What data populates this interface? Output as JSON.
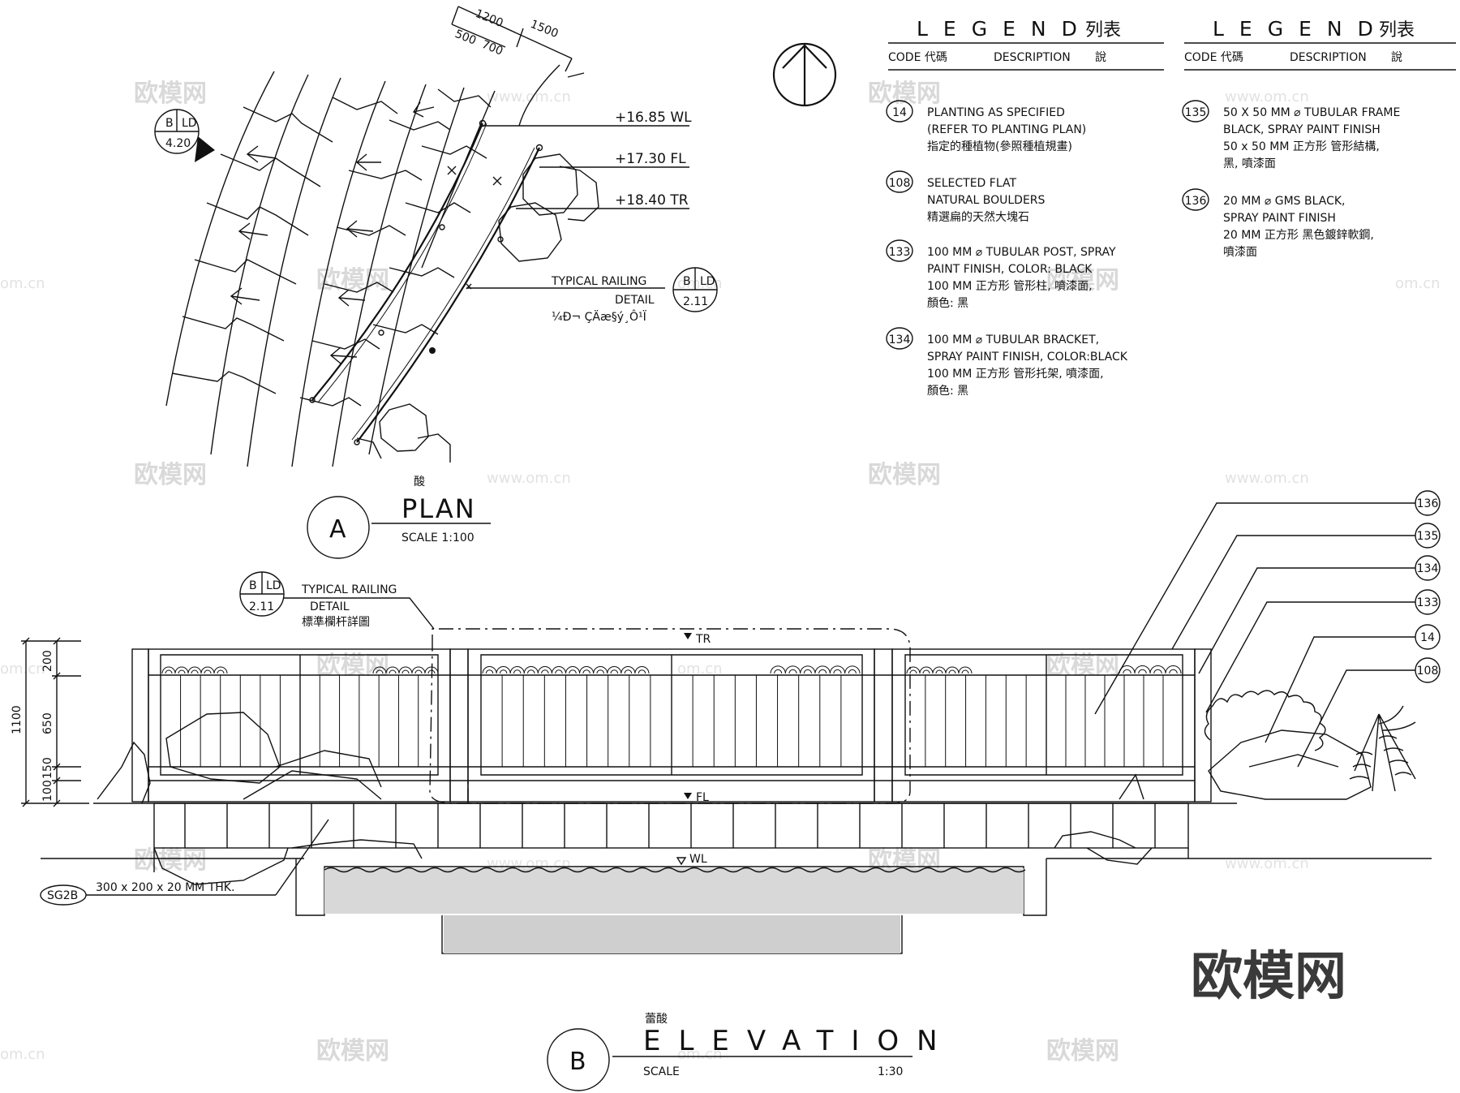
{
  "plan": {
    "dim_top_1": "1200",
    "dim_top_2": "1500",
    "dim_top_3": "500",
    "dim_top_4": "700",
    "ref_tag_top": "B",
    "ref_tag_mid": "LD",
    "ref_tag_bot": "4.20",
    "level_wl": "+16.85 WL",
    "level_fl": "+17.30 FL",
    "level_tr": "+18.40 TR",
    "railing_label_1": "TYPICAL RAILING",
    "railing_label_2": "DETAIL",
    "railing_label_garbled": "¼Ð¬ ÇÄæ§ý¸Ô¹Ï",
    "railing_tag_top": "B",
    "railing_tag_mid": "LD",
    "railing_tag_bot": "2.11",
    "title_cn": "酸",
    "title_letter": "A",
    "title": "PLAN",
    "scale": "SCALE  1:100"
  },
  "legend_left": {
    "title": "LEGEND",
    "title_cn": "列表",
    "col_code": "CODE 代碼",
    "col_desc": "DESCRIPTION",
    "col_desc_cn": "說",
    "items": [
      {
        "code": "14",
        "lines": [
          "PLANTING AS SPECIFIED",
          "(REFER TO PLANTING PLAN)",
          "指定的種植物(參照種植規畫)"
        ]
      },
      {
        "code": "108",
        "lines": [
          "SELECTED FLAT",
          "NATURAL BOULDERS",
          "精選扁的天然大塊石"
        ]
      },
      {
        "code": "133",
        "lines": [
          "100 MM ⌀ TUBULAR POST, SPRAY",
          "PAINT FINISH, COLOR: BLACK",
          "100 MM 正方形  管形柱, 噴漆面,",
          "顏色: 黑"
        ]
      },
      {
        "code": "134",
        "lines": [
          "100 MM ⌀ TUBULAR BRACKET,",
          "SPRAY PAINT FINISH, COLOR:BLACK",
          "100 MM 正方形  管形托架, 噴漆面,",
          "顏色: 黑"
        ]
      }
    ]
  },
  "legend_right": {
    "title": "LEGEND",
    "title_cn": "列表",
    "col_code": "CODE 代碼",
    "col_desc": "DESCRIPTION",
    "col_desc_cn": "說",
    "items": [
      {
        "code": "135",
        "lines": [
          "50 X 50 MM ⌀ TUBULAR FRAME",
          "BLACK, SPRAY PAINT FINISH",
          "50 x 50 MM 正方形  管形結構,",
          "黑, 噴漆面"
        ]
      },
      {
        "code": "136",
        "lines": [
          "20 MM ⌀ GMS BLACK,",
          "SPRAY PAINT FINISH",
          "20 MM 正方形  黑色鍍鋅軟鋼,",
          "噴漆面"
        ]
      }
    ]
  },
  "elevation": {
    "detail_tag_top": "B",
    "detail_tag_mid": "LD",
    "detail_tag_bot": "2.11",
    "detail_label_1": "TYPICAL RAILING",
    "detail_label_2": "DETAIL",
    "detail_label_cn": "標準欄杆詳圖",
    "level_tr": "TR",
    "level_fl": "FL",
    "level_wl": "WL",
    "dim_total": "1100",
    "dim_200": "200",
    "dim_650": "650",
    "dim_150": "150",
    "dim_100": "100",
    "stone_code": "SG2B",
    "stone_desc": "300 x 200 x 20 MM THK.",
    "callouts": [
      "136",
      "135",
      "134",
      "133",
      "14",
      "108"
    ],
    "title_cn": "蕾酸",
    "title_letter": "B",
    "title": "ELEVATION",
    "scale_label": "SCALE",
    "scale_value": "1:30"
  },
  "watermark": {
    "brand": "欧模网",
    "site": "www.om.cn",
    "site_short": "om.cn"
  }
}
